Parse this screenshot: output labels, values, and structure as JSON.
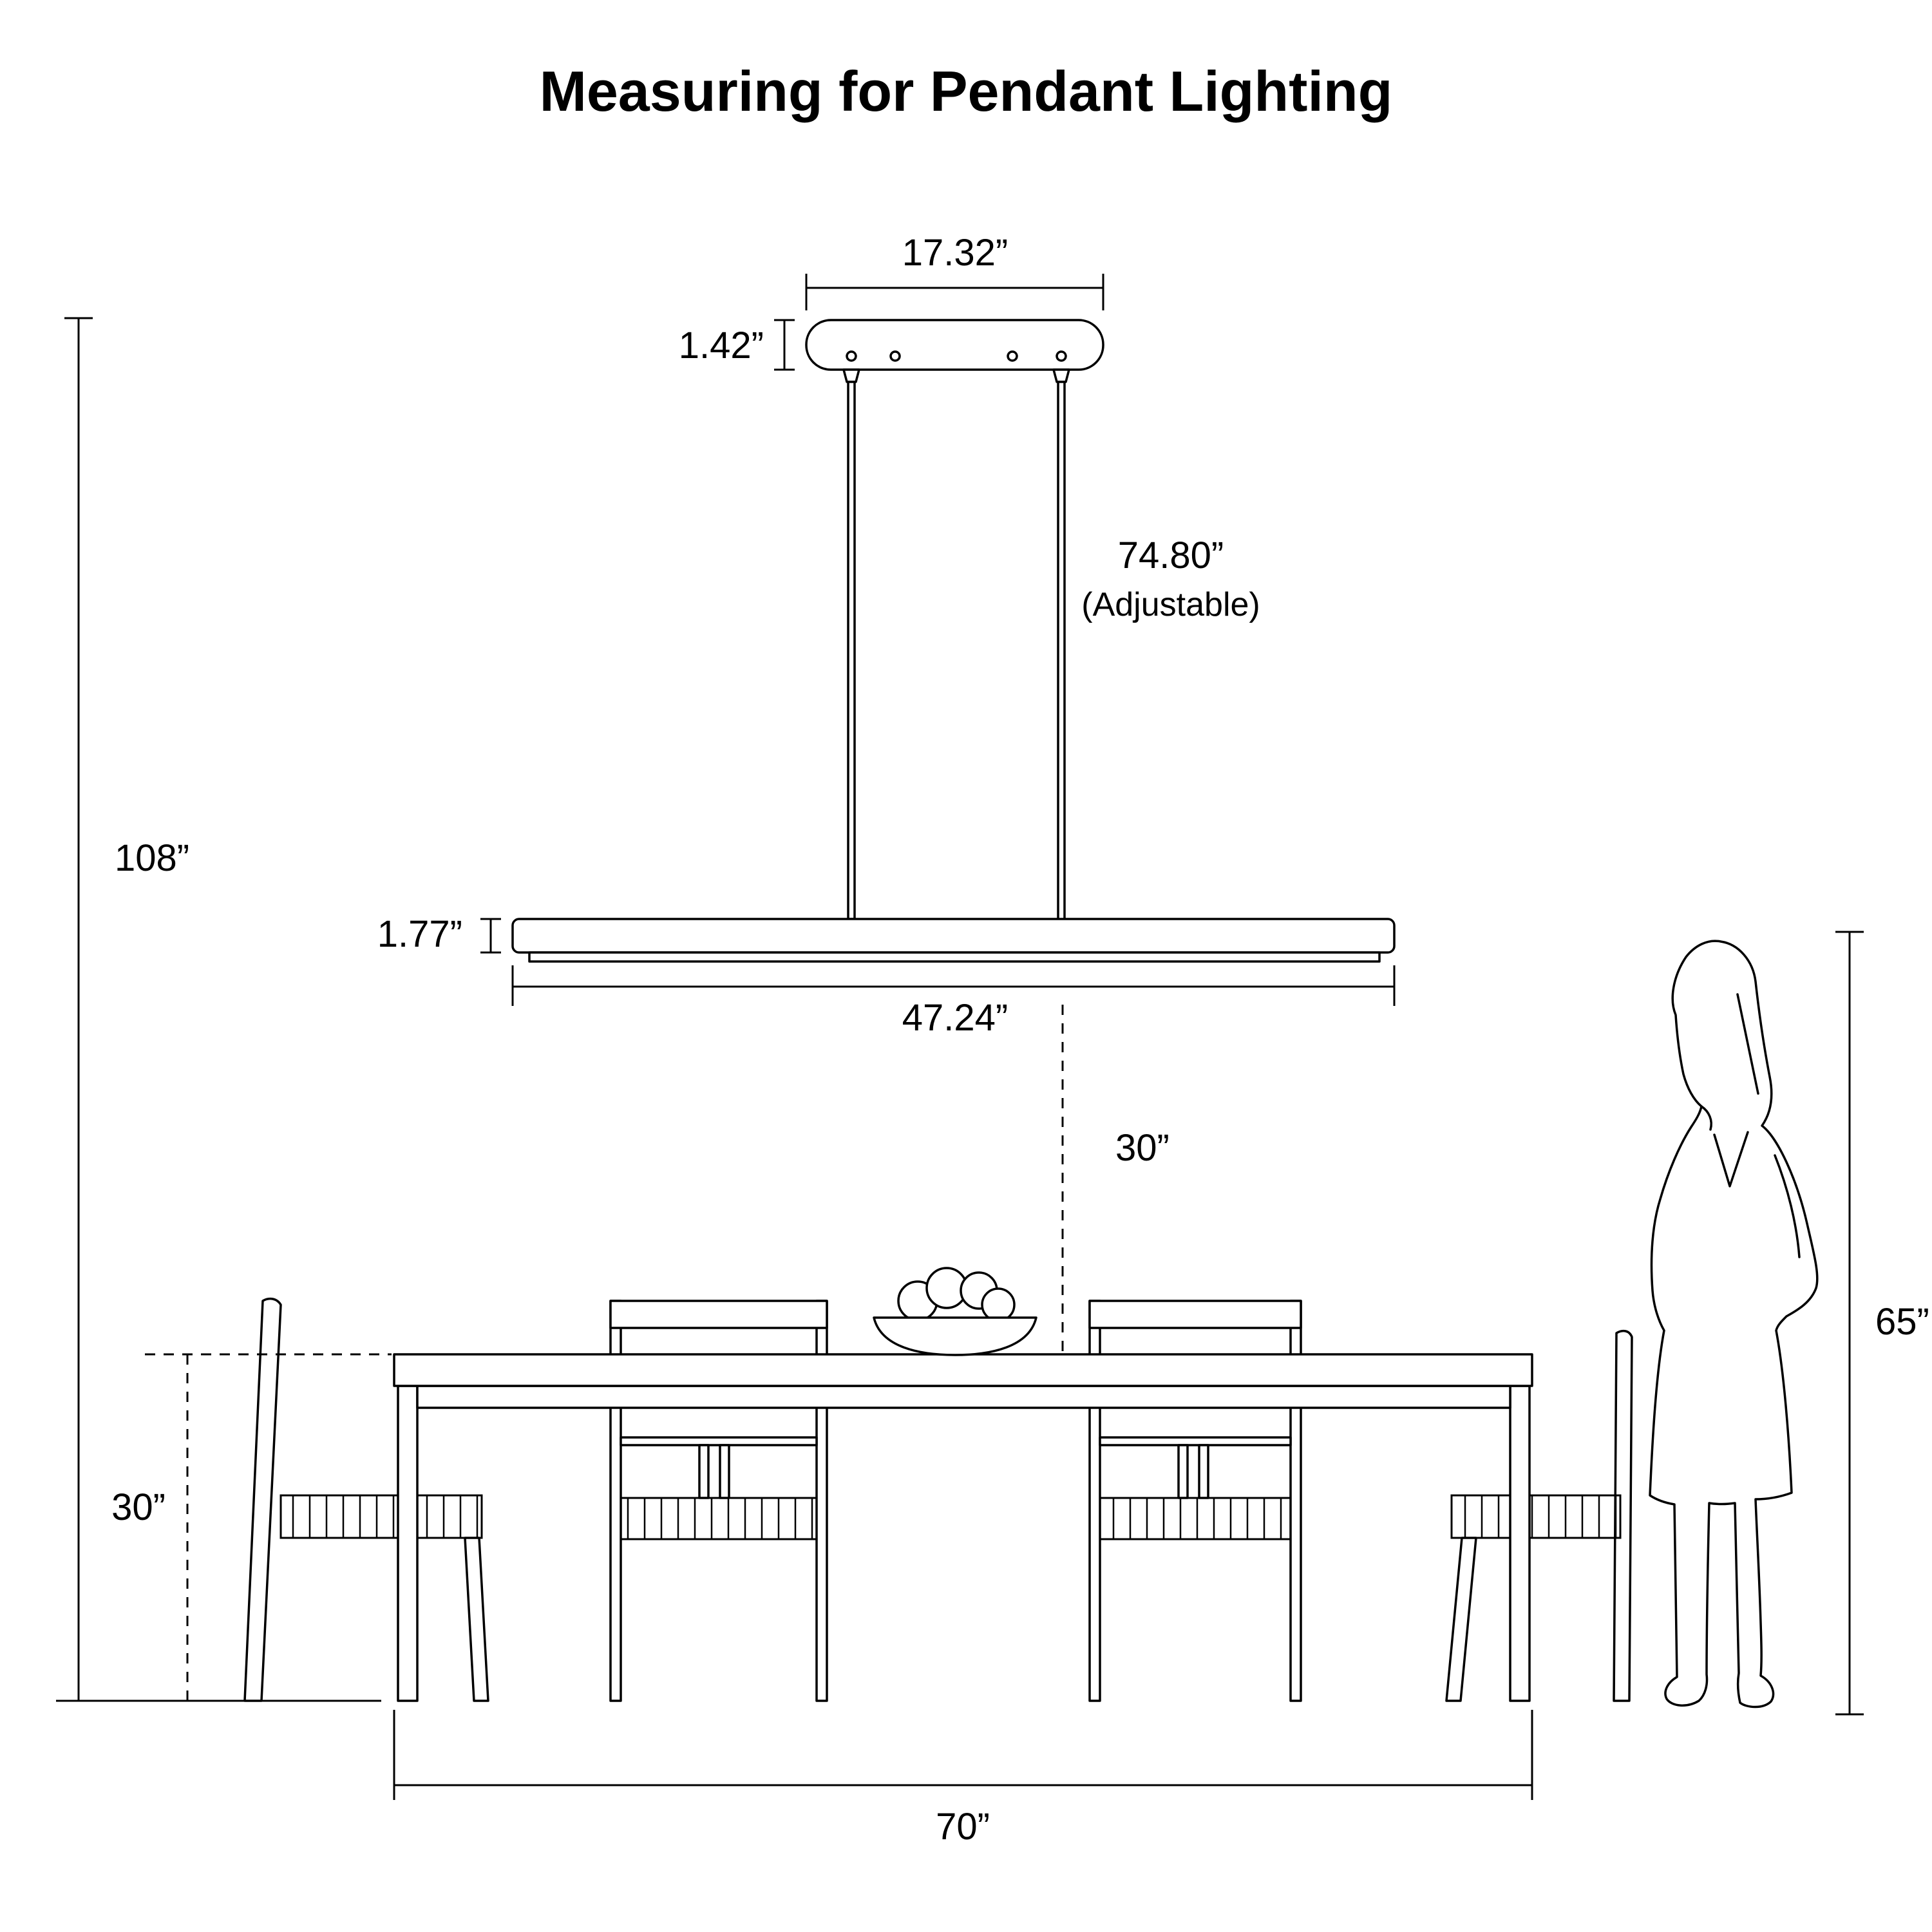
{
  "title": "Measuring for Pendant Lighting",
  "diagram": {
    "canopy_width": "17.32”",
    "canopy_height": "1.42”",
    "cord_length": "74.80”",
    "cord_note": "(Adjustable)",
    "fixture_height": "1.77”",
    "fixture_length": "47.24”",
    "ceiling_to_floor": "108”",
    "fixture_to_table": "30”",
    "table_height": "30”",
    "person_height": "65”",
    "table_length": "70”"
  },
  "colors": {
    "line": "#000000",
    "background": "#ffffff"
  }
}
